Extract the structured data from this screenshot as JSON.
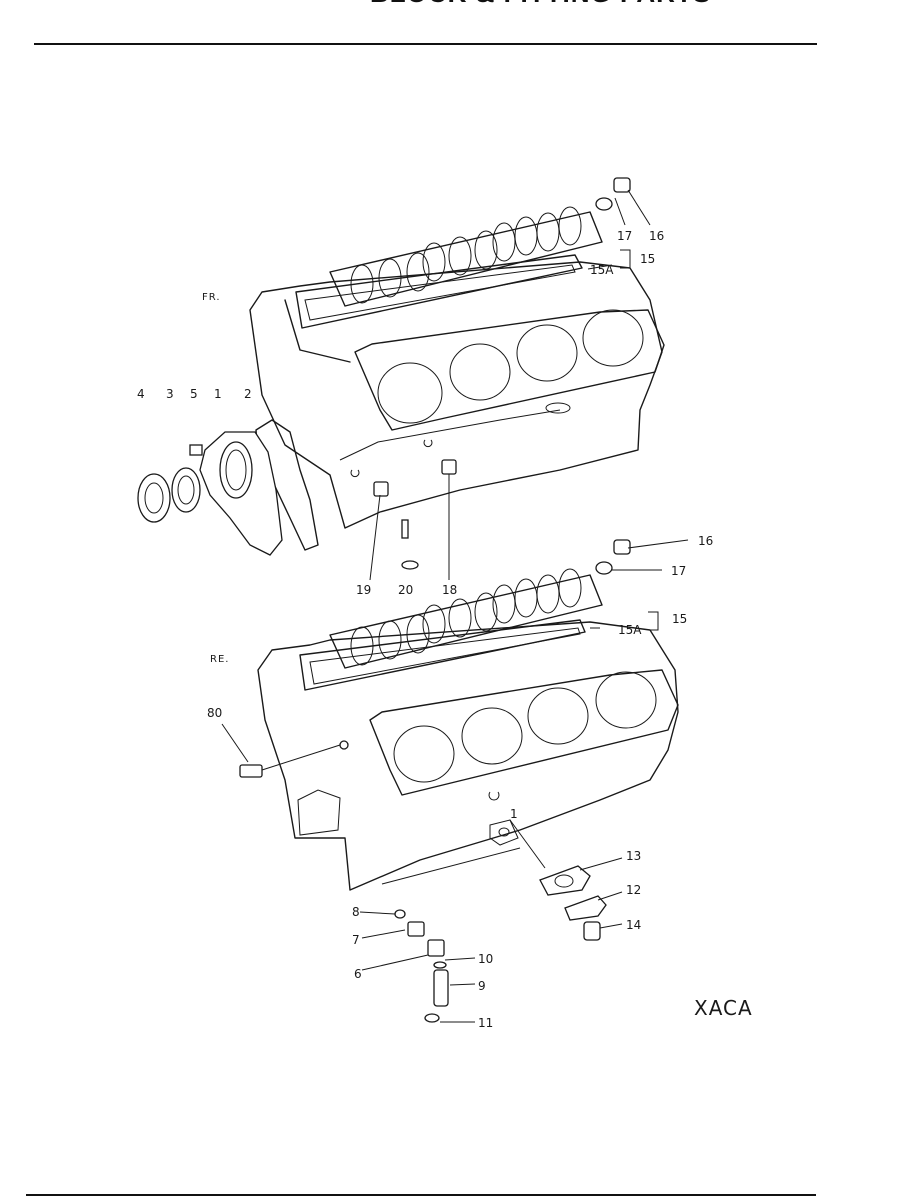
{
  "header": {
    "title": "BLOCK & FITTING PARTS"
  },
  "diagram": {
    "view_labels": {
      "front": "FR.",
      "rear": "RE."
    },
    "callouts_front": [
      "16",
      "17",
      "15",
      "15A",
      "4",
      "3",
      "5",
      "1",
      "2",
      "19",
      "20",
      "18"
    ],
    "callouts_rear": [
      "16",
      "17",
      "15",
      "15A",
      "80",
      "1",
      "13",
      "12",
      "14",
      "8",
      "7",
      "6",
      "10",
      "9",
      "11"
    ],
    "figure_code": "XACA"
  }
}
